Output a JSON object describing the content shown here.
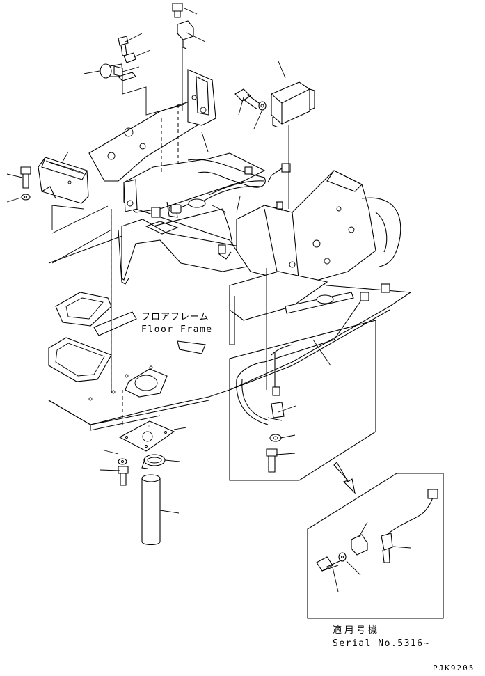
{
  "labels": {
    "floor_frame_jp": "フロアフレーム",
    "floor_frame_en": "Floor Frame",
    "serial_jp": "適用号機",
    "serial_en": "Serial No.5316~",
    "drawing_code": "PJK9205"
  }
}
